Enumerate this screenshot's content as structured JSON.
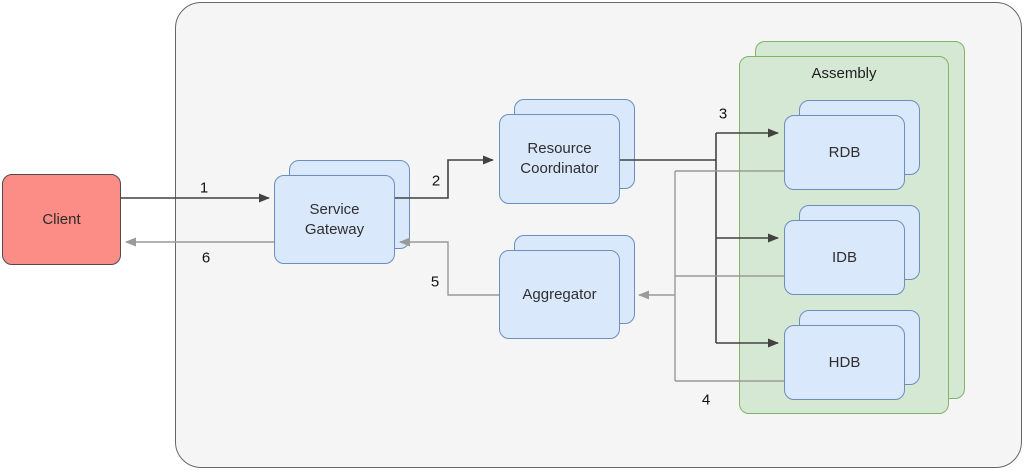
{
  "diagram_type": "flowchart",
  "nodes": {
    "client": "Client",
    "service_gateway": "Service Gateway",
    "resource_coordinator": "Resource Coordinator",
    "aggregator": "Aggregator",
    "assembly": "Assembly",
    "rdb": "RDB",
    "idb": "IDB",
    "hdb": "HDB"
  },
  "edges": [
    {
      "label": "1",
      "from": "Client",
      "to": "Service Gateway"
    },
    {
      "label": "2",
      "from": "Service Gateway",
      "to": "Resource Coordinator"
    },
    {
      "label": "3",
      "from": "Resource Coordinator",
      "to": "RDB / IDB / HDB"
    },
    {
      "label": "4",
      "from": "RDB / IDB / HDB",
      "to": "Aggregator"
    },
    {
      "label": "5",
      "from": "Aggregator",
      "to": "Service Gateway"
    },
    {
      "label": "6",
      "from": "Service Gateway",
      "to": "Client"
    }
  ],
  "colors": {
    "node_fill_blue": "#DAE8FC",
    "node_stroke_blue": "#6C8EBF",
    "assembly_fill_green": "#D5E8D4",
    "assembly_stroke_green": "#82B366",
    "client_fill_red": "#FC8D86",
    "client_stroke": "#4D4D4D",
    "boundary_fill": "#F5F5F5",
    "boundary_stroke": "#666666",
    "forward_edge": "#424242",
    "return_edge": "#9A9A9A"
  }
}
